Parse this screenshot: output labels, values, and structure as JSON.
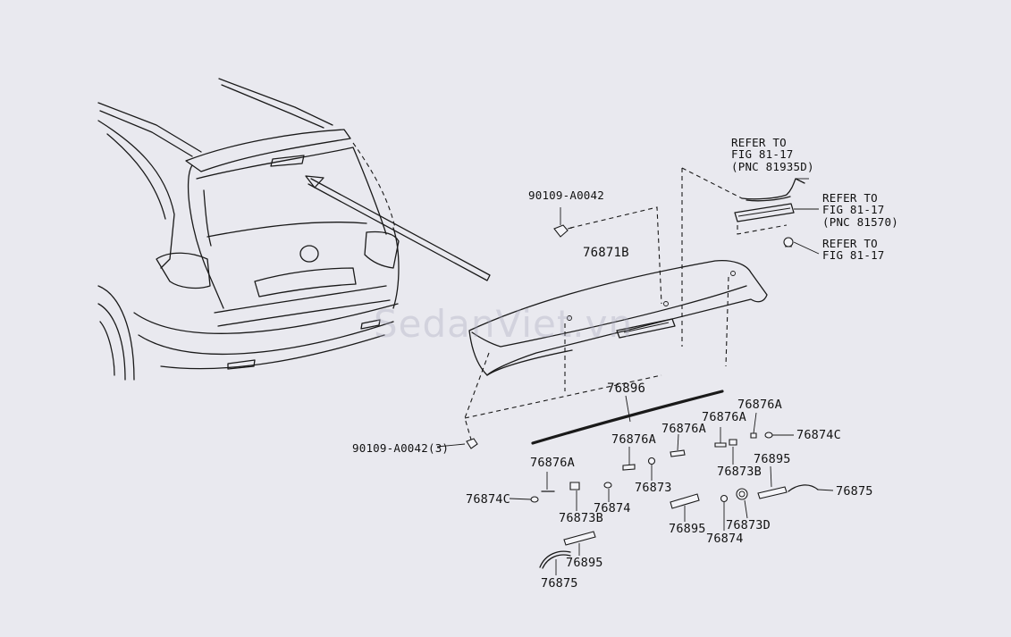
{
  "watermark": "SedanViet.vn",
  "labels": {
    "fastener_upper": "90109-A0042",
    "fastener_lower": "90109-A0042(3)",
    "spoiler": "76871B",
    "molding": "76896",
    "refer_1_line1": "REFER TO",
    "refer_1_line2": "FIG 81-17",
    "refer_1_line3": "(PNC 81935D)",
    "refer_2_line1": "REFER TO",
    "refer_2_line2": "FIG 81-17",
    "refer_2_line3": "(PNC 81570)",
    "refer_3_line1": "REFER TO",
    "refer_3_line2": "FIG 81-17",
    "p_76876A_1": "76876A",
    "p_76876A_2": "76876A",
    "p_76876A_3": "76876A",
    "p_76876A_4": "76876A",
    "p_76876A_5": "76876A",
    "p_76874C_right": "76874C",
    "p_76874C_left": "76874C",
    "p_76873B_right": "76873B",
    "p_76873B_left": "76873B",
    "p_76873": "76873",
    "p_76874_left": "76874",
    "p_76874_mid": "76874",
    "p_76895_right": "76895",
    "p_76895_mid": "76895",
    "p_76895_left": "76895",
    "p_76875_right": "76875",
    "p_76875_left": "76875",
    "p_76873D": "76873D"
  }
}
